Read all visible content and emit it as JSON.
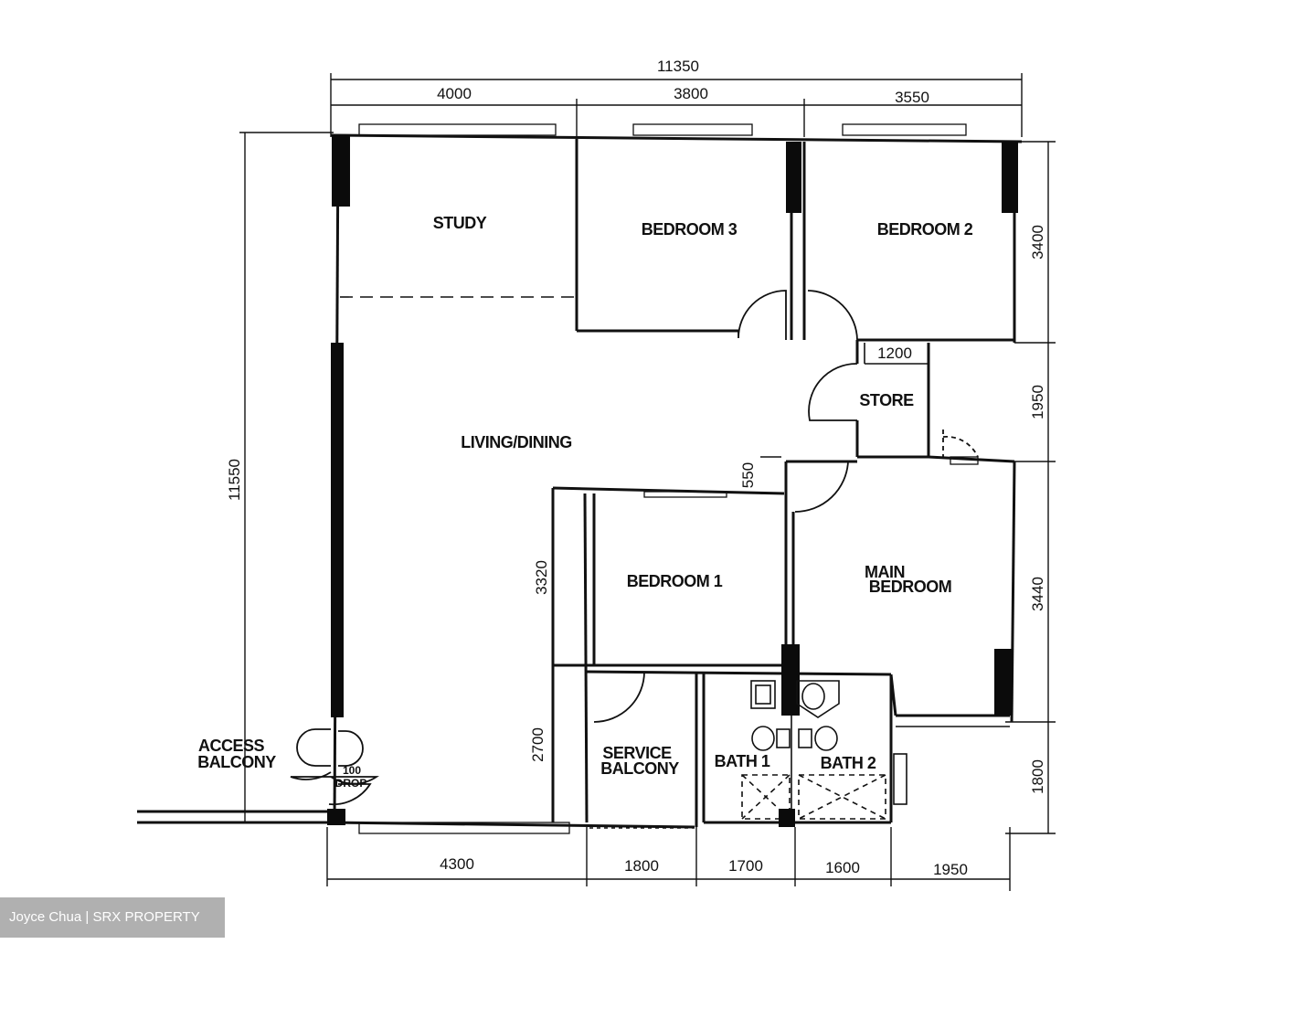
{
  "rooms": {
    "study": "STUDY",
    "bedroom3": "BEDROOM 3",
    "bedroom2": "BEDROOM 2",
    "living_dining": "LIVING/DINING",
    "store": "STORE",
    "bedroom1": "BEDROOM 1",
    "master_bedroom_l1": "MAIN",
    "master_bedroom_l2": "BEDROOM",
    "service_balcony_l1": "SERVICE",
    "service_balcony_l2": "BALCONY",
    "bath1": "BATH 1",
    "bath2": "BATH 2",
    "access_balcony_l1": "ACCESS",
    "access_balcony_l2": "BALCONY",
    "drop_l1": "100",
    "drop_l2": "DROP"
  },
  "dims": {
    "overall_width": "11350",
    "top_1": "4000",
    "top_2": "3800",
    "top_3": "3550",
    "overall_height": "11550",
    "right_1": "3400",
    "right_2": "1950",
    "right_3": "3440",
    "right_4": "1800",
    "store_width": "1200",
    "recess": "550",
    "bed1_height": "3320",
    "svc_height": "2700",
    "bottom_1": "4300",
    "bottom_2": "1800",
    "bottom_3": "1700",
    "bottom_4": "1600",
    "bottom_5": "1950"
  },
  "watermark": "Joyce Chua | SRX PROPERTY"
}
